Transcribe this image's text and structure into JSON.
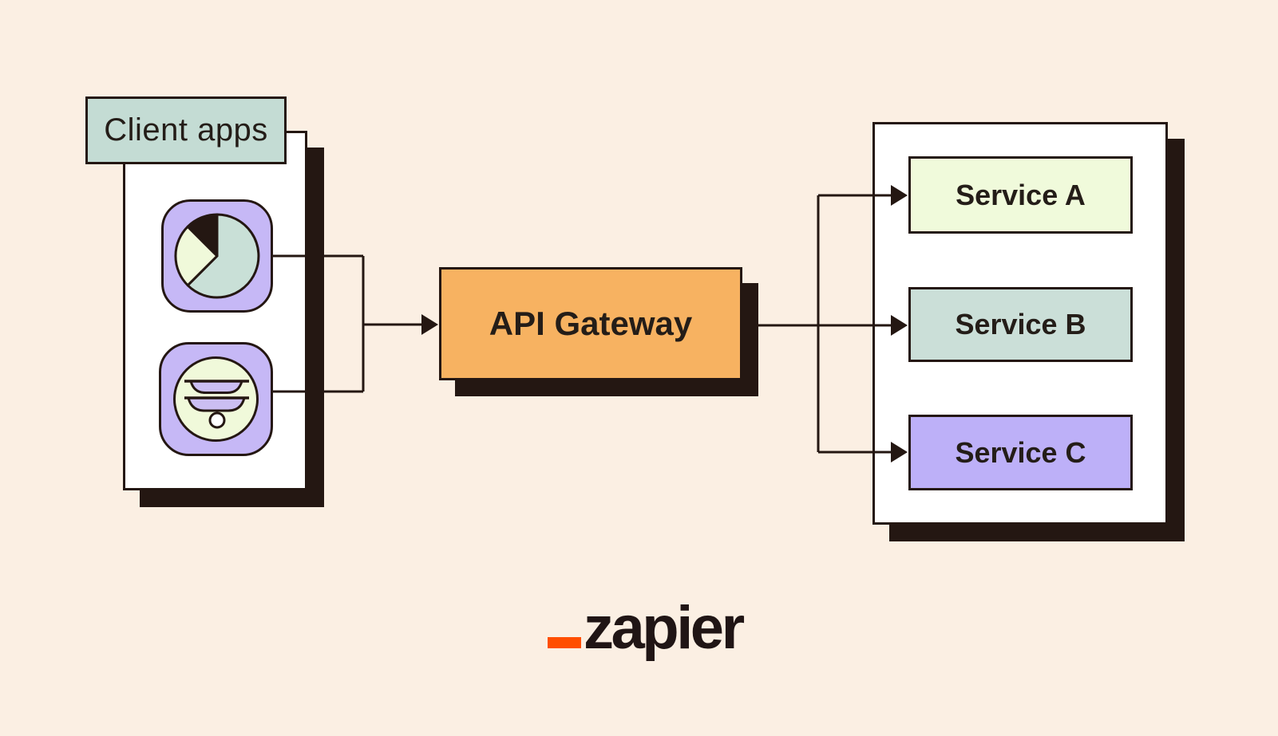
{
  "colors": {
    "background": "#FBEFE3",
    "ink": "#241712",
    "text_ink": "#241D18",
    "panel_bg": "#FFFFFF",
    "client_label_bg": "#C4DCD4",
    "icon_purple": "#C6B8F6",
    "tray_purple": "#CBBEF2",
    "icon_mint": "#C9E0D7",
    "icon_cream": "#F0F9DA",
    "gateway_bg": "#F7B261",
    "service_a_bg": "#F0FADB",
    "service_b_bg": "#CBDFD8",
    "service_c_bg": "#BDB0F8",
    "logo_accent": "#FF4E00",
    "logo_ink": "#201515"
  },
  "client": {
    "label": "Client apps",
    "icons": [
      {
        "name": "pie-chart-app-icon"
      },
      {
        "name": "stacked-trays-app-icon"
      }
    ]
  },
  "gateway": {
    "label": "API Gateway"
  },
  "services": [
    {
      "label": "Service A"
    },
    {
      "label": "Service B"
    },
    {
      "label": "Service C"
    }
  ],
  "logo": {
    "underscore_glyph": "_",
    "wordmark": "zapier"
  }
}
